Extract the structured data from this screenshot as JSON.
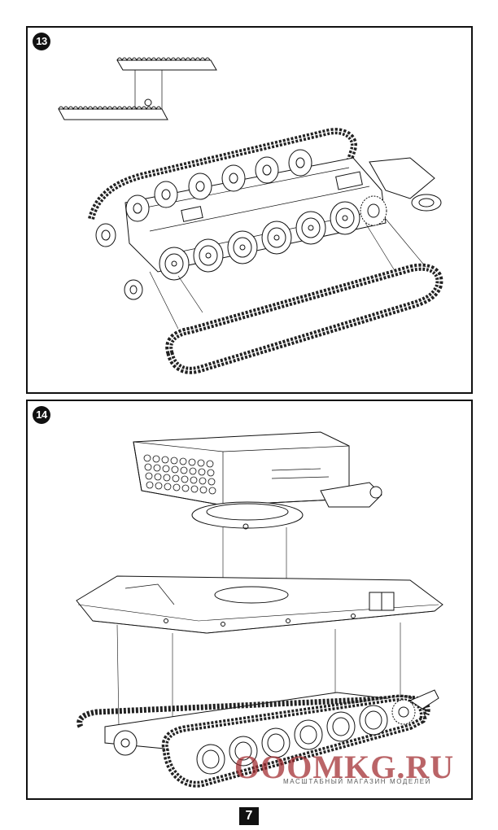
{
  "steps": [
    {
      "number": "13",
      "description_label": ""
    },
    {
      "number": "14",
      "description_label": ""
    }
  ],
  "watermark": {
    "logo": "OOOMKG.RU",
    "tagline": "МАСШТАБНЫЙ МАГАЗИН МОДЕЛЕЙ"
  },
  "page_number": "7"
}
